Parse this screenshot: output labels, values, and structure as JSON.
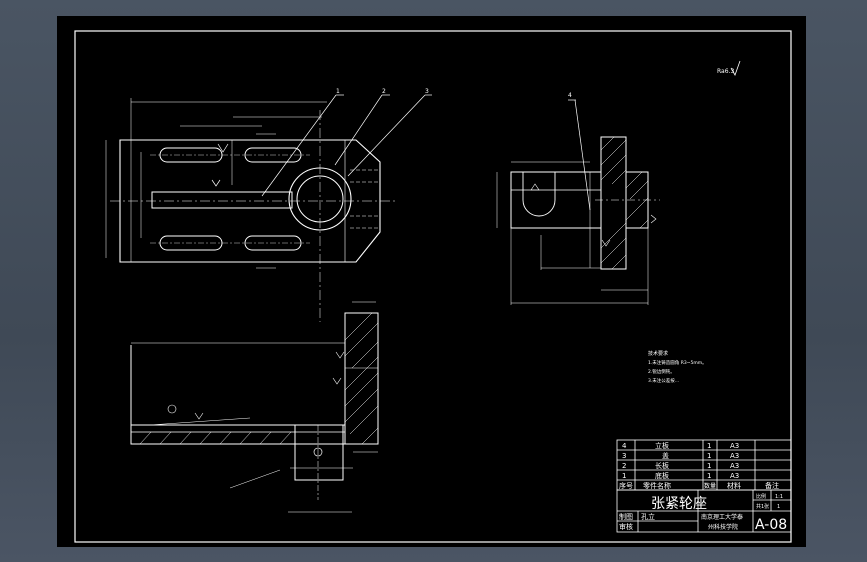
{
  "part_labels": [
    "1",
    "2",
    "3",
    "4"
  ],
  "notes": {
    "heading": "技术要求",
    "lines": [
      "1.未注铸造圆角 R3~5mm。",
      "2.锐边倒钝。",
      "3.未注公差按..."
    ]
  },
  "top_right_mark": "Ra6.3",
  "bom": {
    "rows": [
      {
        "no": "4",
        "name": "立板",
        "qty": "1",
        "mat": "A3"
      },
      {
        "no": "3",
        "name": "盖",
        "qty": "1",
        "mat": "A3"
      },
      {
        "no": "2",
        "name": "长板",
        "qty": "1",
        "mat": "A3"
      },
      {
        "no": "1",
        "name": "底板",
        "qty": "1",
        "mat": "A3"
      }
    ],
    "header": {
      "no": "序号",
      "name": "零件名称",
      "qty": "数量",
      "mat": "材料",
      "note": "备注"
    }
  },
  "title_block": {
    "title": "张紧轮座",
    "drawn_label": "制图",
    "drawn_name": "孔立",
    "checked_label": "审核",
    "school_line1": "南京理工大学泰",
    "school_line2": "州科技学院",
    "drawing_no": "A-08",
    "scale_label": "比例",
    "scale_value": "1:1",
    "sheet_label": "共1张",
    "sheet_value": "1"
  },
  "colors": {
    "paper": "#000000",
    "lines": "#ffffff",
    "geometry": "#d8d8d8"
  }
}
